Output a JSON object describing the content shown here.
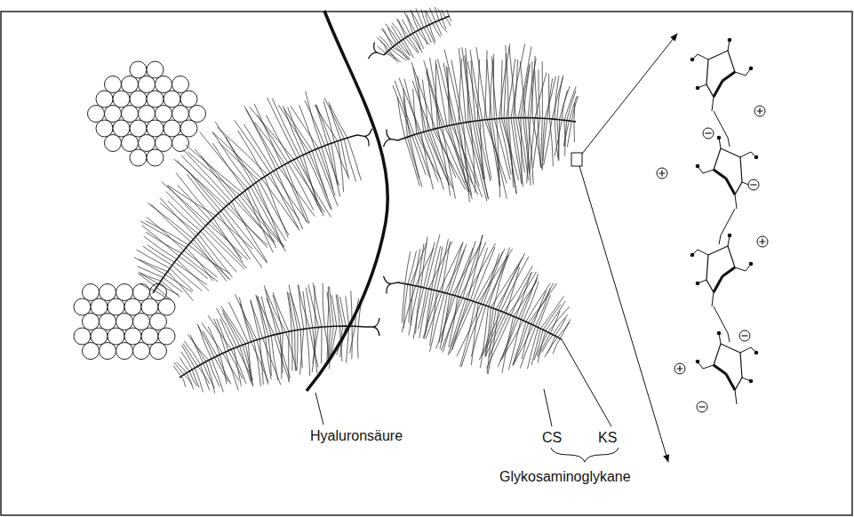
{
  "diagram": {
    "labels": [
      "Hyaluronsäure",
      "CS",
      "KS",
      "Glykosaminoglykane"
    ]
  }
}
